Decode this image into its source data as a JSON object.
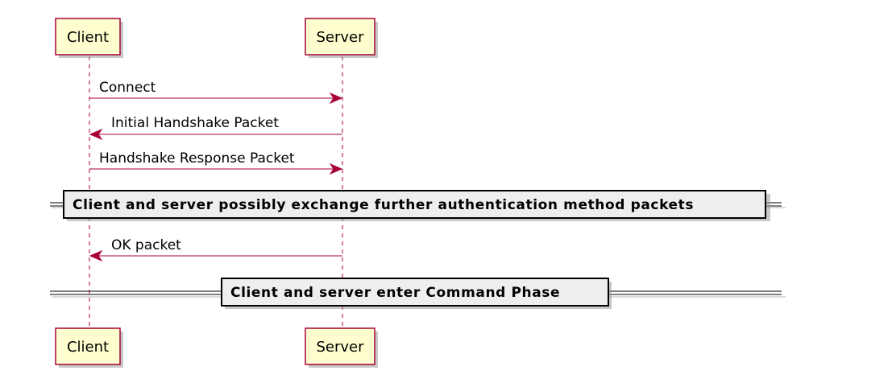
{
  "participants": {
    "client": {
      "label": "Client"
    },
    "server": {
      "label": "Server"
    }
  },
  "messages": [
    {
      "from": "client",
      "to": "server",
      "label": "Connect"
    },
    {
      "from": "server",
      "to": "client",
      "label": "Initial Handshake Packet"
    },
    {
      "from": "client",
      "to": "server",
      "label": "Handshake Response Packet"
    },
    {
      "from": "server",
      "to": "client",
      "label": "OK packet"
    }
  ],
  "dividers": [
    {
      "label": "Client and server possibly exchange further authentication method packets"
    },
    {
      "label": "Client and server enter Command Phase"
    }
  ],
  "colors": {
    "participant_fill": "#FEFECE",
    "participant_border": "#A80036",
    "arrow": "#A80036",
    "divider_fill": "#EEEEEE"
  }
}
